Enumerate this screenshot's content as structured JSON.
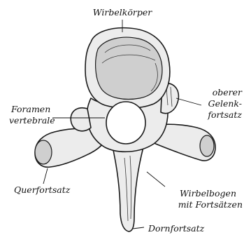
{
  "labels": {
    "vertebral_body": "Wirbelkörper",
    "foramen_line1": "Foramen",
    "foramen_line2": "vertebrale",
    "sup_articular_line1": "oberer",
    "sup_articular_line2": "Gelenk-",
    "sup_articular_line3": "fortsatz",
    "transverse": "Querfortsatz",
    "arch_line1": "Wirbelbogen",
    "arch_line2": "mit Fortsätzen",
    "spinous": "Dornfortsatz"
  },
  "colors": {
    "ink": "#111111",
    "bone_fill": "#ececec",
    "bone_shadow": "#cfcfcf",
    "background": "#ffffff"
  }
}
